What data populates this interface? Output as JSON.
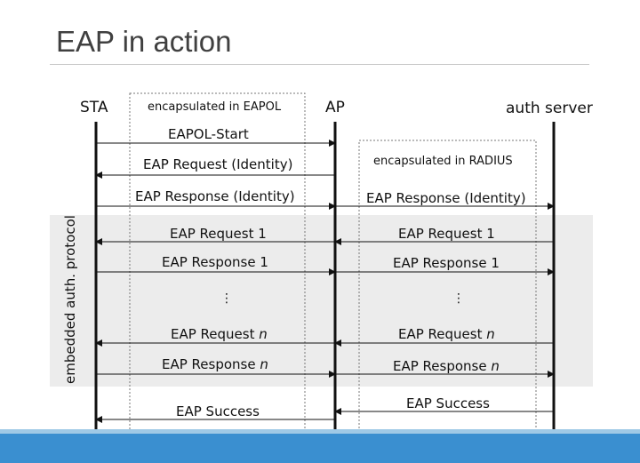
{
  "slide": {
    "title": "EAP in action"
  },
  "entities": {
    "sta": "STA",
    "ap": "AP",
    "auth_server": "auth server"
  },
  "regions": {
    "eapol_box": "encapsulated in EAPOL",
    "radius_box": "encapsulated in RADIUS",
    "band_label": "embedded auth. protocol"
  },
  "messages": {
    "eapol_start": "EAPOL-Start",
    "req_identity": "EAP Request (Identity)",
    "resp_identity_left": "EAP Response (Identity)",
    "resp_identity_right": "EAP Response (Identity)",
    "req1_left": "EAP Request 1",
    "req1_right": "EAP Request 1",
    "resp1_left": "EAP Response 1",
    "resp1_right": "EAP Response 1",
    "ellipsis_left": "⋮",
    "ellipsis_right": "⋮",
    "reqn_left": "EAP Request",
    "reqn_right": "EAP Request",
    "respn_left": "EAP Response",
    "respn_right": "EAP Response",
    "n_var": "n",
    "success_left": "EAP Success",
    "success_right": "EAP Success"
  },
  "colors": {
    "band": "#ececec",
    "footer": "#3a8fd0",
    "footer_light": "#9fc9e6"
  }
}
